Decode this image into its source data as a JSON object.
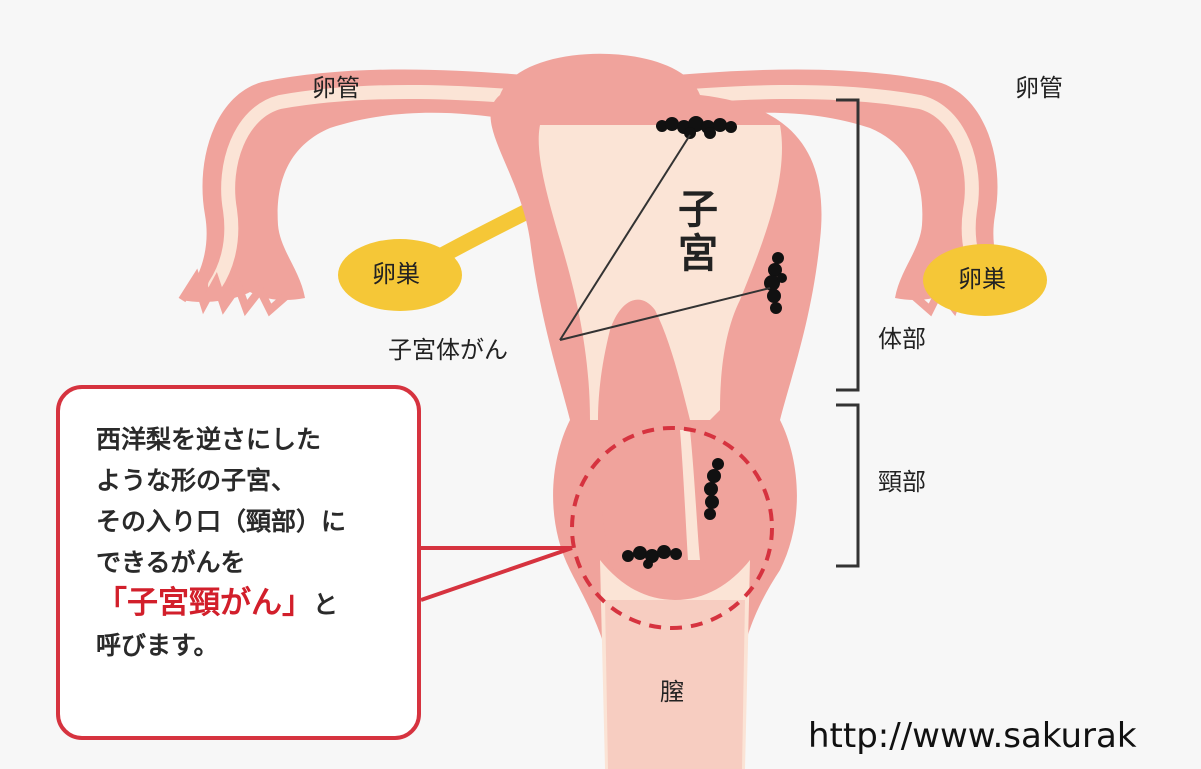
{
  "labels": {
    "fallopian_left": "卵管",
    "fallopian_right": "卵管",
    "ovary_left": "卵巣",
    "ovary_right": "卵巣",
    "uterus": "子宮",
    "corpus_cancer": "子宮体がん",
    "body_part": "体部",
    "cervix_part": "頸部",
    "vagina": "膣"
  },
  "callout": {
    "line1": "西洋梨を逆さにした",
    "line2": "ような形の子宮、",
    "line3": "その入り口（頸部）に",
    "line4": "できるがんを",
    "highlight": "「子宮頸がん」",
    "highlight_suffix": "と",
    "line6": "呼びます。"
  },
  "source_url": "http://www.sakurak",
  "colors": {
    "tissue_outer": "#f0a39c",
    "tissue_inner": "#fbe4d6",
    "ovary": "#f5c737",
    "accent_red": "#d6333f",
    "tumor": "#111111"
  },
  "icons": [
    "tumor-mark",
    "bracket"
  ]
}
